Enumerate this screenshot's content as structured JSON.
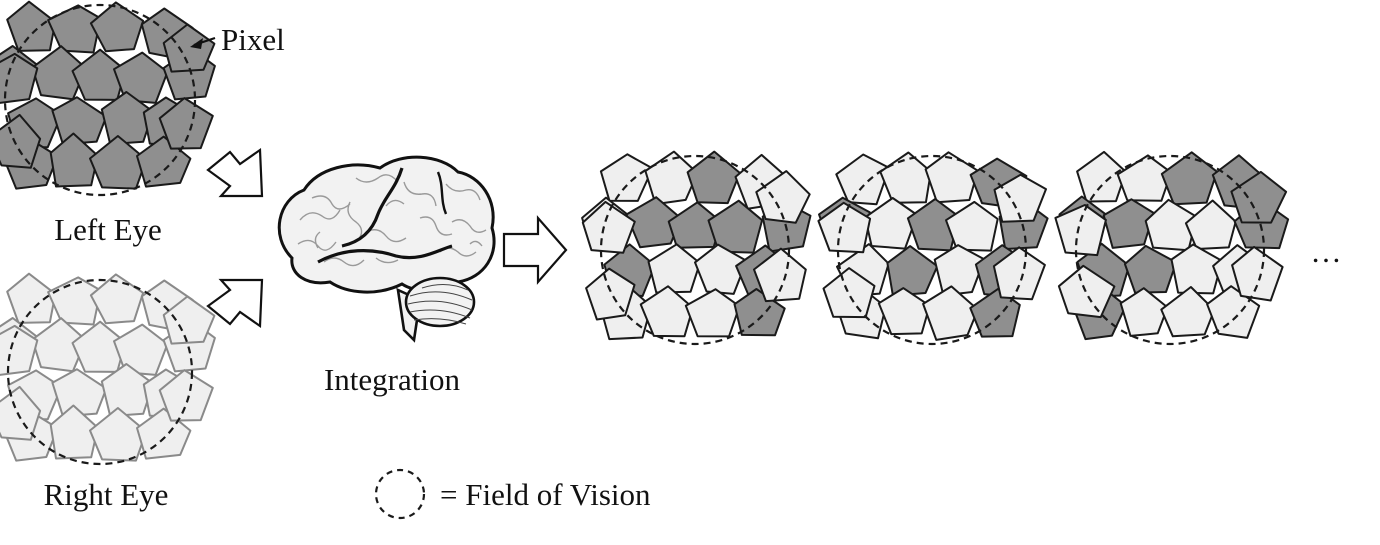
{
  "labels": {
    "pixel": "Pixel",
    "left_eye": "Left Eye",
    "right_eye": "Right Eye",
    "integration": "Integration",
    "legend": "= Field of Vision",
    "ellipsis": "…"
  },
  "colors": {
    "dark_fill": "#8f8f8f",
    "light_fill": "#efefef",
    "stroke": "#1a1a1a",
    "right_eye_stroke": "#8a8a8a",
    "brain_fill": "#f2f2f2",
    "brain_gyri": "#9a9a9a",
    "background": "#ffffff"
  },
  "icons": [
    "pixel-arrow-icon",
    "flow-arrow-icon",
    "brain-icon",
    "dashed-circle-icon"
  ],
  "eyes": {
    "left": {
      "pattern": "all-dark"
    },
    "right": {
      "pattern": "all-light"
    }
  },
  "integrated_views": [
    {
      "dark": [
        2,
        5,
        6,
        7,
        8,
        9,
        12,
        16
      ]
    },
    {
      "dark": [
        3,
        4,
        6,
        8,
        10,
        12,
        16
      ]
    },
    {
      "dark": [
        2,
        3,
        4,
        5,
        8,
        9,
        10,
        13,
        18
      ]
    }
  ]
}
